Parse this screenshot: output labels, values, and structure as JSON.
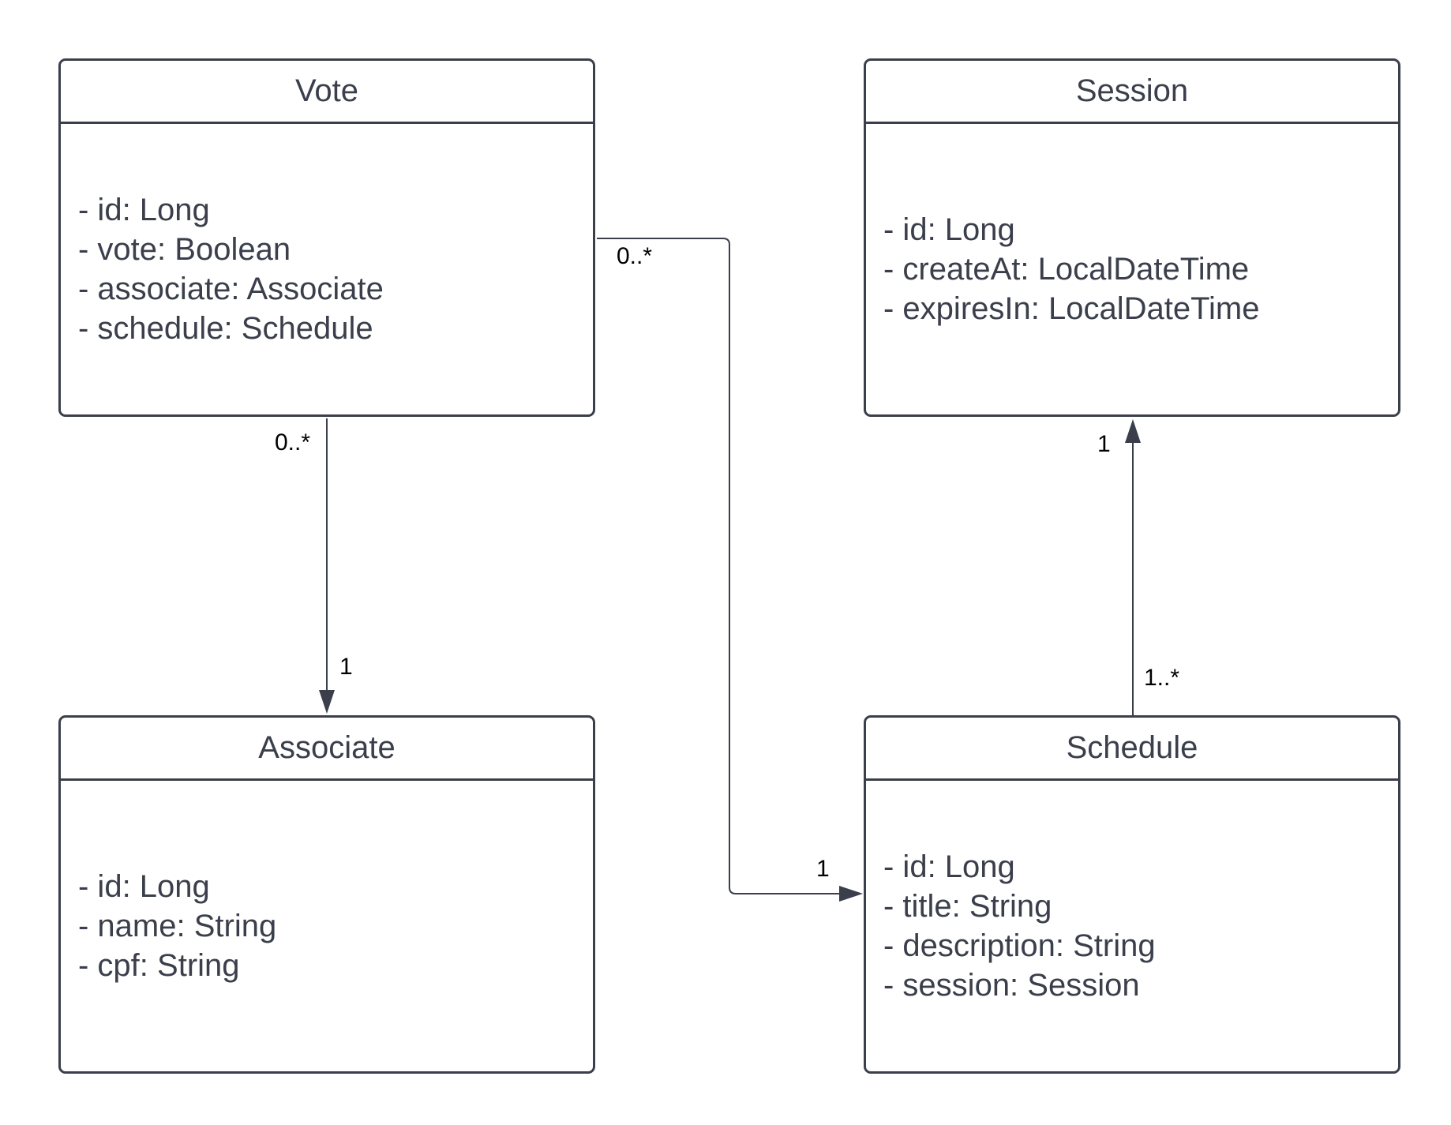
{
  "classes": {
    "vote": {
      "name": "Vote",
      "attributes": [
        "- id: Long",
        "- vote: Boolean",
        "- associate: Associate",
        "- schedule: Schedule"
      ]
    },
    "session": {
      "name": "Session",
      "attributes": [
        "- id: Long",
        "- createAt: LocalDateTime",
        "- expiresIn: LocalDateTime"
      ]
    },
    "associate": {
      "name": "Associate",
      "attributes": [
        "- id: Long",
        "- name: String",
        "- cpf: String"
      ]
    },
    "schedule": {
      "name": "Schedule",
      "attributes": [
        "- id: Long",
        "- title: String",
        "- description: String",
        "- session: Session"
      ]
    }
  },
  "associations": {
    "vote_associate": {
      "from": "Vote",
      "to": "Associate",
      "source_multiplicity": "0..*",
      "target_multiplicity": "1"
    },
    "vote_schedule": {
      "from": "Vote",
      "to": "Schedule",
      "source_multiplicity": "0..*",
      "target_multiplicity": "1"
    },
    "schedule_session": {
      "from": "Schedule",
      "to": "Session",
      "source_multiplicity": "1..*",
      "target_multiplicity": "1"
    }
  },
  "colors": {
    "stroke": "#3a3f4b",
    "text": "#3a3f4b",
    "multiplicity": "#000000",
    "background": "#ffffff"
  }
}
